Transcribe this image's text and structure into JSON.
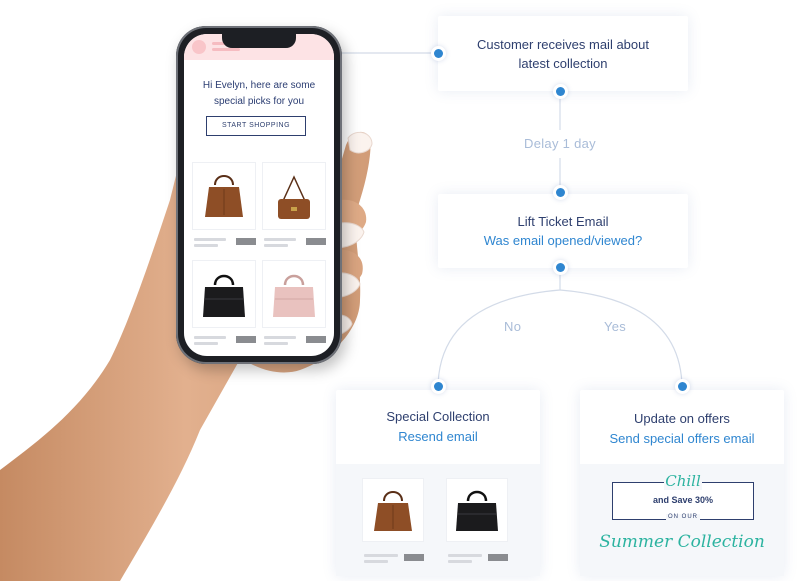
{
  "phone": {
    "greeting": "Hi Evelyn, here are some special picks for you",
    "cta_label": "START SHOPPING"
  },
  "flow": {
    "step1": {
      "title": "Customer receives mail about latest collection"
    },
    "delay_label": "Delay 1 day",
    "step2": {
      "title": "Lift Ticket Email",
      "question": "Was email opened/viewed?"
    },
    "branch_no": "No",
    "branch_yes": "Yes",
    "no_card": {
      "title": "Special Collection",
      "action": "Resend email"
    },
    "yes_card": {
      "title": "Update on offers",
      "action": "Send special offers email",
      "offer_word": "Chill",
      "offer_line": "and Save 30%",
      "offer_small": "ON OUR",
      "offer_collection": "Summer Collection"
    }
  },
  "colors": {
    "dark_text": "#2e3f6e",
    "accent_blue": "#2f86d0",
    "label_gray": "#a9bcd8",
    "script_teal": "#2cb3a0"
  }
}
